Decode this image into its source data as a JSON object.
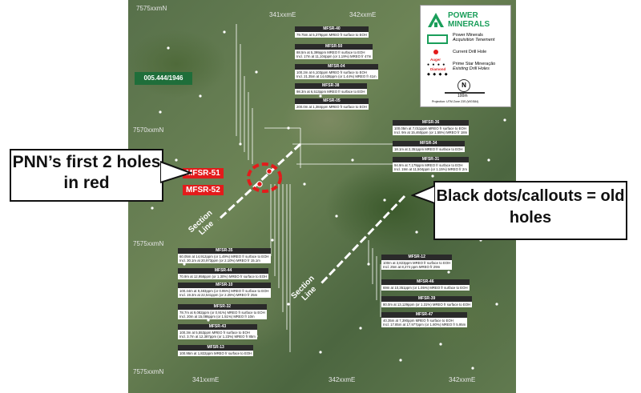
{
  "map": {
    "coordinate_label": "005.444/1946",
    "grid_top": [
      "7575xxmN",
      "341xxmE",
      "342xxmE"
    ],
    "grid_left": [
      "7570xxmN",
      "7575xxmN",
      "7575xxmN"
    ],
    "grid_bottom": [
      "341xxmE",
      "342xxmE",
      "342xxmE"
    ],
    "section_line_label": "Section Line",
    "red_labels": [
      "MFSR-51",
      "MFSR-52"
    ]
  },
  "legend": {
    "brand_line1": "POWER",
    "brand_line2": "MINERALS",
    "item1_title": "Power Minerals",
    "item1_sub": "Acquisition Tenement",
    "item2_title": "Current Drill Hole",
    "item3_tag1": "Auger",
    "item3_tag2": "Diamond",
    "item3_title": "Prime Star Mineração",
    "item3_sub": "Existing Drill Holes",
    "north": "N",
    "scale": "100m",
    "projection": "Projection: UTM Zone 23S (WGS84)",
    "brand_color": "#1a9e5a"
  },
  "holes": [
    {
      "id": "MFSR-40",
      "l1": "79.75m at 5,379ppm MREO fr surface to EOH",
      "l2": ""
    },
    {
      "id": "MFSR-50",
      "l1": "88.5m at 5,399ppm MREO fr surface to EOH",
      "l2": "Incl. 17m at 11,104ppm (or 1.19%) MREO fr 47m"
    },
    {
      "id": "MFSR-04",
      "l1": "100.2m at 6,103ppm MREO fr surface to EOH",
      "l2": "Incl. 21.35m at 14,638ppm (or 1.44%) MREO fr 41m"
    },
    {
      "id": "MFSR-38",
      "l1": "98.3m at 6,513ppm MREO fr surface to EOH",
      "l2": ""
    },
    {
      "id": "MFSR-05",
      "l1": "200.0m at 1,384ppm MREO fr surface to EOH",
      "l2": ""
    },
    {
      "id": "MFSR-36",
      "l1": "100.05m at 7,011ppm MREO fr surface to EOH",
      "l2": "Incl. 9m at 15,460ppm (or 1.55%) MREO fr 18m"
    },
    {
      "id": "MFSR-34",
      "l1": "18.1m at 2,351ppm MREO fr surface to EOH",
      "l2": ""
    },
    {
      "id": "MFSR-31",
      "l1": "94.9m at 7,179ppm MREO fr surface to EOH",
      "l2": "Incl. 19m at 11,504ppm (or 1.15%) MREO fr 2m"
    },
    {
      "id": "MFSR-35",
      "l1": "60.05m at 14,912ppm (or 1.49%) MREO fr surface to EOH",
      "l2": "Incl. 30.1m at 20,973ppm (or 2.10%) MREO fr 15.1m"
    },
    {
      "id": "MFSR-44",
      "l1": "70.9m at 12,958ppm (or 1.30%) MREO fr surface to EOH",
      "l2": ""
    },
    {
      "id": "MFSR-10",
      "l1": "100.44m at 9,483ppm (or 0.95%) MREO fr surface to EOH",
      "l2": "Incl. 19.3m at 22,541ppm (or 2.25%) MREO fr 25m"
    },
    {
      "id": "MFSR-32",
      "l1": "78.7m at 9,082ppm (or 0.91%) MREO fr surface to EOH",
      "l2": "Incl. 20m at 15,086ppm (or 1.51%) MREO fr 10m"
    },
    {
      "id": "MFSR-43",
      "l1": "100.3m at 5,553ppm MREO fr surface to EOH",
      "l2": "Incl. 3.7m at 12,387ppm (or 1.23%) MREO fr 85m"
    },
    {
      "id": "MFSR-13",
      "l1": "100.95m at 1,822ppm MREO fr surface to EOH",
      "l2": ""
    },
    {
      "id": "MFSR-12",
      "l1": "100m at 3,823ppm MREO fr surface to EOH",
      "l2": "Incl. 25m at 8,274 ppm MREO fr 29m"
    },
    {
      "id": "MFSR-46",
      "l1": "69m at 10,351ppm (or 1.05%) MREO fr surface to EOH",
      "l2": ""
    },
    {
      "id": "MFSR-39",
      "l1": "80.0m at 13,129ppm (or 1.31%) MREO fr surface to EOH",
      "l2": ""
    },
    {
      "id": "MFSR-47",
      "l1": "40.35m at 7,390ppm MREO fr surface to EOH",
      "l2": "Incl. 17.85m at 17,977ppm (or 1.80%) MREO fr 5.95m"
    }
  ],
  "callouts": {
    "pnn": "PNN’s first 2 holes in red",
    "black": "Black dots/callouts = old holes"
  }
}
